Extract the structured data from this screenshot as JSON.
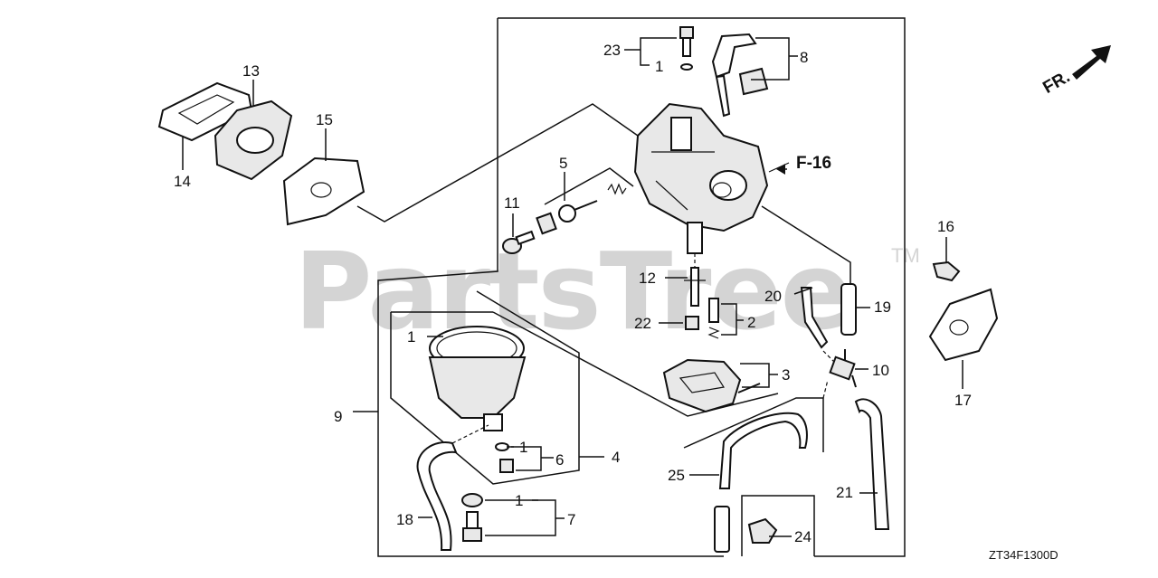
{
  "watermark": {
    "text": "PartsTree",
    "trademark": "TM"
  },
  "direction_arrow": {
    "label": "FR."
  },
  "ref_label": "F-16",
  "diagram_code": "ZT34F1300D",
  "callouts": {
    "c1a": "1",
    "c1b": "1",
    "c1c": "1",
    "c1d": "1",
    "c2": "2",
    "c3": "3",
    "c4": "4",
    "c5": "5",
    "c6": "6",
    "c7": "7",
    "c8": "8",
    "c9": "9",
    "c10": "10",
    "c11": "11",
    "c12": "12",
    "c13": "13",
    "c14": "14",
    "c15": "15",
    "c16": "16",
    "c17": "17",
    "c18": "18",
    "c19": "19",
    "c20": "20",
    "c21": "21",
    "c22": "22",
    "c23": "23",
    "c24": "24",
    "c25": "25"
  }
}
